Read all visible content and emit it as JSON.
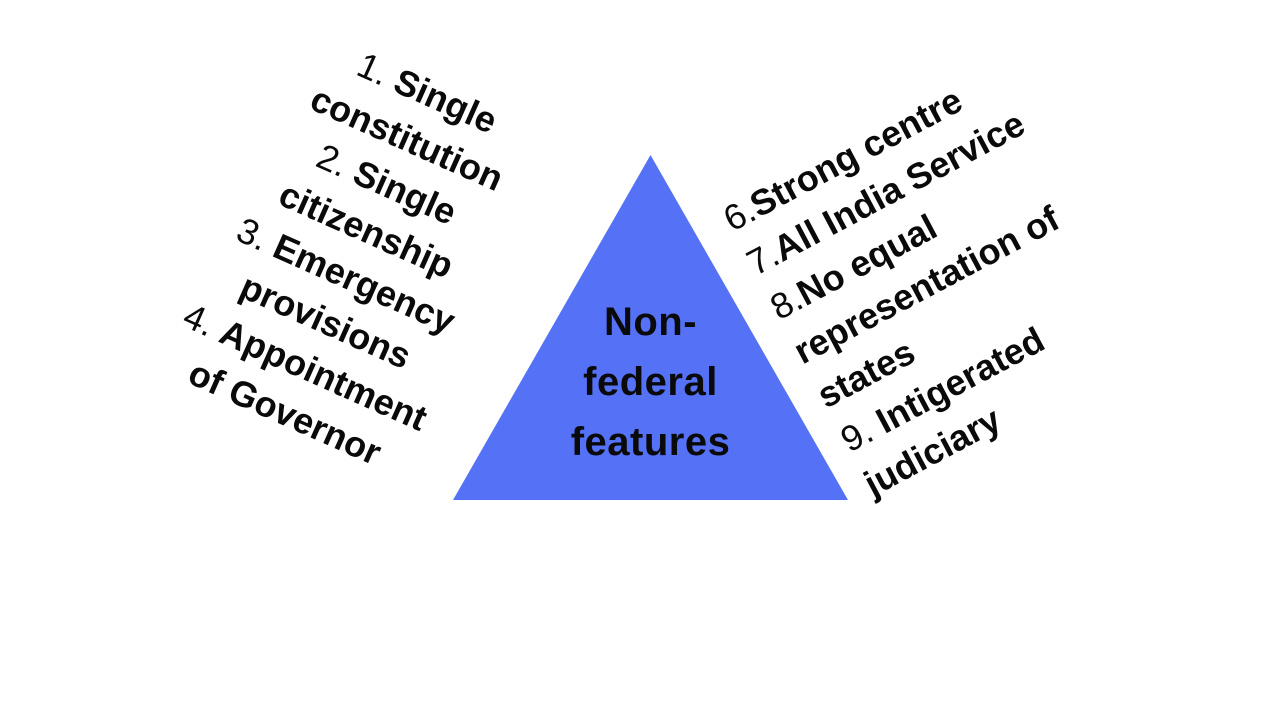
{
  "page": {
    "background_color": "#ffffff",
    "text_color": "#0a0a0a"
  },
  "triangle": {
    "fill_color": "#5571f5",
    "label": "Non-federal features",
    "label_lines": [
      "Non-",
      "federal",
      "features"
    ]
  },
  "left_list": {
    "items": [
      {
        "num": "1. ",
        "text": "Single constitution"
      },
      {
        "num": "2. ",
        "text": "Single citizenship"
      },
      {
        "num": "3. ",
        "text": "Emergency provisions"
      },
      {
        "num": "4. ",
        "text": "Appointment of Governor"
      }
    ]
  },
  "right_list": {
    "items": [
      {
        "num": "6.",
        "text": "Strong centre"
      },
      {
        "num": "7.",
        "text": "All India Service"
      },
      {
        "num": "8.",
        "text": "No equal representation of states"
      },
      {
        "num": "9. ",
        "text": "Intigerated judiciary"
      }
    ]
  }
}
